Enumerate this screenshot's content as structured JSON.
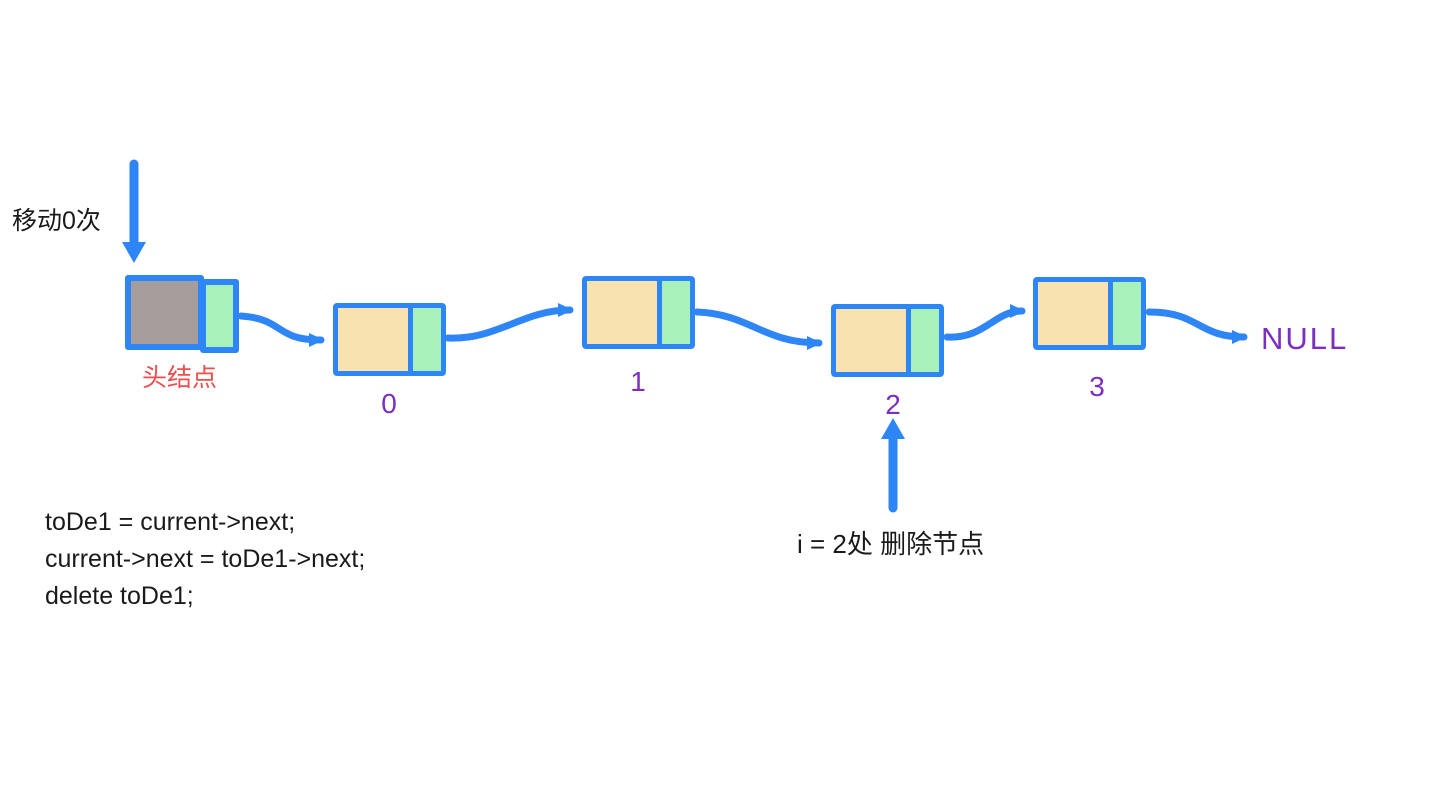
{
  "diagram": {
    "title_semantic": "singly linked list node deletion diagram",
    "move_label": "移动0次",
    "head_label": "头结点",
    "null_label": "NULL",
    "delete_annotation": "i = 2处 删除节点",
    "node_labels": [
      "0",
      "1",
      "2",
      "3"
    ],
    "code_lines": [
      "toDe1 = current->next;",
      "current->next = toDe1->next;",
      "delete toDe1;"
    ],
    "colors": {
      "arrow_blue": "#2E86F6",
      "node_border_blue": "#2E86F6",
      "node_data_fill": "#F8E3B0",
      "node_next_fill": "#A8F1BB",
      "head_data_fill": "#A79C9C",
      "index_label_purple": "#7C2EC1",
      "head_label_red": "#ED4F4F",
      "text_black": "#1A1A1A"
    }
  }
}
